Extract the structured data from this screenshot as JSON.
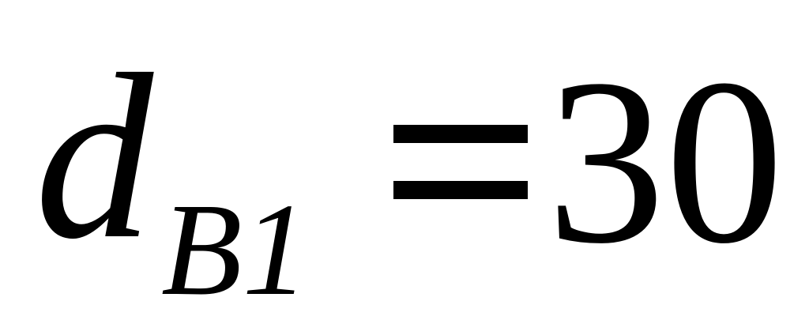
{
  "equation": {
    "variable": "d",
    "subscript": "B1",
    "operator": "=",
    "value": "30"
  }
}
